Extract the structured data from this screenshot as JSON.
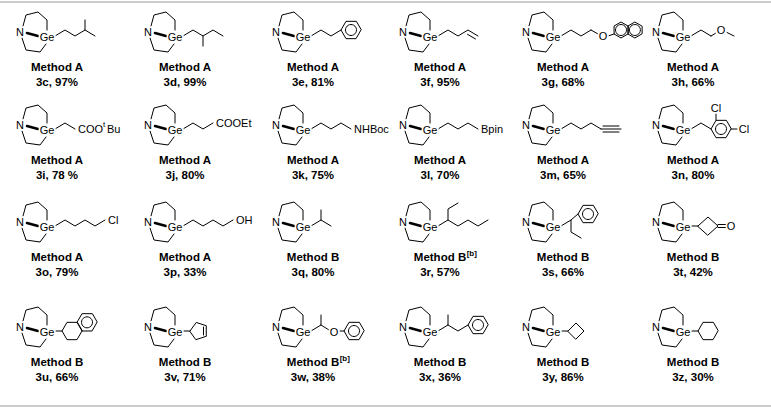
{
  "diagram": {
    "labels": [
      "N",
      "Ge",
      "Method A",
      "3c, 97%",
      "N",
      "Ge",
      "Method A",
      "3d, 99%",
      "N",
      "Ge",
      "Method A",
      "3e, 81%",
      "N",
      "Ge",
      "Method A",
      "3f, 95%",
      "N",
      "Ge",
      "O",
      "Method A",
      "3g, 68%",
      "N",
      "Ge",
      "O",
      "Method A",
      "3h, 66%",
      "N",
      "Ge",
      "COO",
      "t",
      "Bu",
      "Method A",
      "3i, 78 %",
      "N",
      "Ge",
      "COOEt",
      "Method A",
      "3j, 80%",
      "N",
      "Ge",
      "NHBoc",
      "Method A",
      "3k, 75%",
      "N",
      "Ge",
      "Bpin",
      "Method A",
      "3l, 70%",
      "N",
      "Ge",
      "Method A",
      "3m, 65%",
      "N",
      "Ge",
      "Cl",
      "Cl",
      "Method A",
      "3n, 80%",
      "N",
      "Ge",
      "Cl",
      "Method A",
      "3o, 79%",
      "N",
      "Ge",
      "OH",
      "Method A",
      "3p, 33%",
      "N",
      "Ge",
      "Method B",
      "3q, 80%",
      "N",
      "Ge",
      "Method B",
      "[b]",
      "3r, 57%",
      "N",
      "Ge",
      "Method B",
      "3s, 66%",
      "N",
      "Ge",
      "O",
      "Method B",
      "3t, 42%",
      "N",
      "Ge",
      "Method B",
      "3u, 66%",
      "N",
      "Ge",
      "Method B",
      "3v, 71%",
      "N",
      "Ge",
      "O",
      "Method B",
      "[b]",
      "3w, 38%",
      "N",
      "Ge",
      "Method B",
      "3x, 36%",
      "N",
      "Ge",
      "Method B",
      "3y, 86%",
      "N",
      "Ge",
      "Method B",
      "3z, 30%"
    ]
  }
}
